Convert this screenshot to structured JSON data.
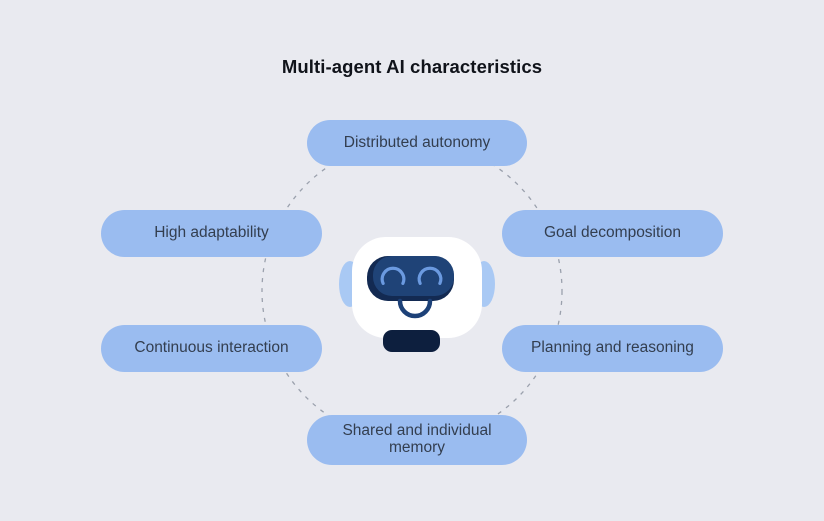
{
  "title": "Multi-agent AI characteristics",
  "center_icon": "robot-face-icon",
  "nodes": [
    {
      "id": "distributed-autonomy",
      "label": "Distributed autonomy",
      "position": "top"
    },
    {
      "id": "goal-decomposition",
      "label": "Goal decomposition",
      "position": "upper-right"
    },
    {
      "id": "planning-and-reasoning",
      "label": "Planning and reasoning",
      "position": "lower-right"
    },
    {
      "id": "shared-and-individual-memory",
      "label": "Shared and individual memory",
      "position": "bottom"
    },
    {
      "id": "continuous-interaction",
      "label": "Continuous interaction",
      "position": "lower-left"
    },
    {
      "id": "high-adaptability",
      "label": "High adaptability",
      "position": "upper-left"
    }
  ],
  "colors": {
    "background": "#e9eaf0",
    "pill_background": "#9abcf0",
    "pill_text": "#333e4f",
    "title_text": "#10131a",
    "connector_dash": "#9ba1ad",
    "robot_head": "#ffffff",
    "robot_ear": "#a9c9f4",
    "robot_visor": "#1f4377",
    "robot_visor_rim": "#132a52",
    "robot_eye": "#6b9ae0",
    "robot_smile": "#1d4178",
    "robot_chin": "#0d1f3e"
  }
}
